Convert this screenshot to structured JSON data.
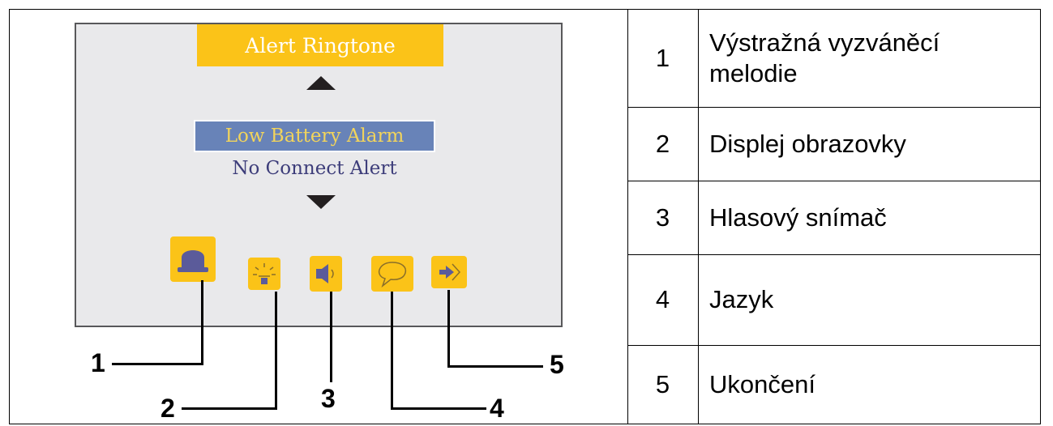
{
  "screen": {
    "title": "Alert Ringtone",
    "menu_selected": "Low Battery Alarm",
    "menu_item": "No Connect Alert",
    "icons": [
      "bell-icon",
      "light-icon",
      "speaker-icon",
      "speech-bubble-icon",
      "exit-arrow-icon"
    ]
  },
  "callouts": [
    "1",
    "2",
    "3",
    "4",
    "5"
  ],
  "legend": [
    {
      "num": "1",
      "text": "Výstražná vyzváněcí melodie"
    },
    {
      "num": "2",
      "text": "Displej obrazovky"
    },
    {
      "num": "3",
      "text": "Hlasový snímač"
    },
    {
      "num": "4",
      "text": "Jazyk"
    },
    {
      "num": "5",
      "text": "Ukončení"
    }
  ],
  "colors": {
    "accent": "#fbc318",
    "selected_bg": "#6883b8",
    "selected_text": "#f2d45b",
    "menu_text": "#3d3d7a",
    "screen_bg": "#e9e9eb"
  }
}
